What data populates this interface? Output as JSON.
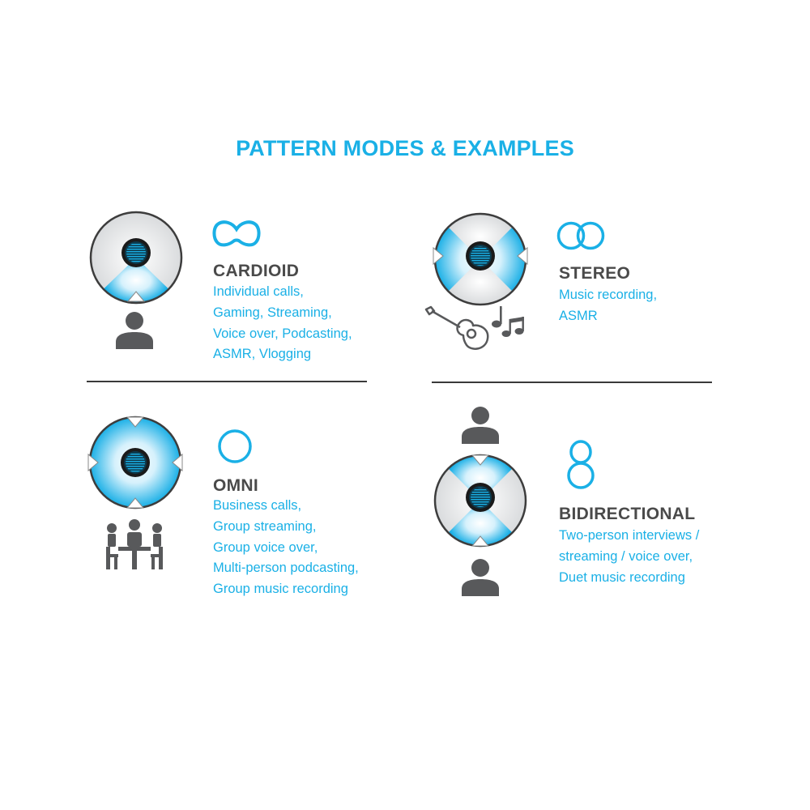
{
  "title": "PATTERN MODES & EXAMPLES",
  "colors": {
    "accent": "#1ab0e6",
    "text_dark": "#4a4a4a",
    "icon_gray": "#58595b"
  },
  "modes": [
    {
      "name": "CARDIOID",
      "icon": "cardioid-pattern-icon",
      "uses": [
        "Individual calls,",
        "Gaming, Streaming,",
        "Voice over, Podcasting,",
        "ASMR, Vlogging"
      ]
    },
    {
      "name": "STEREO",
      "icon": "stereo-pattern-icon",
      "uses": [
        "Music recording,",
        "ASMR"
      ]
    },
    {
      "name": "OMNI",
      "icon": "omni-pattern-icon",
      "uses": [
        "Business calls,",
        "Group streaming,",
        "Group voice over,",
        "Multi-person podcasting,",
        "Group music recording"
      ]
    },
    {
      "name": "BIDIRECTIONAL",
      "icon": "bidirectional-pattern-icon",
      "uses": [
        "Two-person interviews /",
        "streaming / voice over,",
        "Duet music recording"
      ]
    }
  ]
}
